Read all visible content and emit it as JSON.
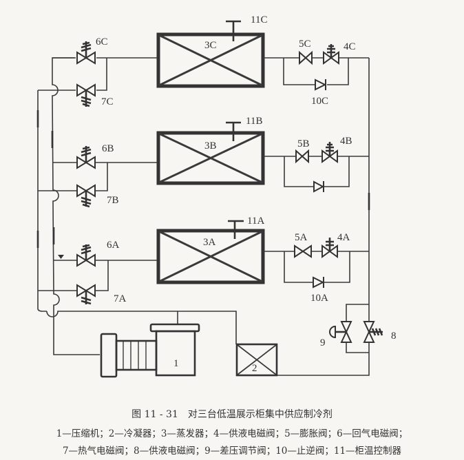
{
  "figure": {
    "title": "图 11 - 31　对三台低温展示柜集中供应制冷剂",
    "legend_line_1": "1—压缩机；2—冷凝器；3—蒸发器；4—供液电磁阀；5—膨胀阀；6—回气电磁阀；",
    "legend_line_2": "7—热气电磁阀；8—供液电磁阀；9—差压调节阀；10—止逆阀；11—柜温控制器"
  },
  "labels": {
    "evap_c": "3C",
    "evap_b": "3B",
    "evap_a": "3A",
    "ctrl_c": "11C",
    "ctrl_b": "11B",
    "ctrl_a": "11A",
    "exp_c": "5C",
    "exp_b": "5B",
    "exp_a": "5A",
    "sol_c": "4C",
    "sol_b": "4B",
    "sol_a": "4A",
    "check_c": "10C",
    "check_a": "10A",
    "ret_c": "6C",
    "ret_b": "6B",
    "ret_a": "6A",
    "hot_c": "7C",
    "hot_b": "7B",
    "hot_a": "7A",
    "compressor": "1",
    "condenser": "2",
    "diff_valve": "9",
    "liquid_valve": "8"
  },
  "legend": [
    {
      "id": "1",
      "name": "压缩机"
    },
    {
      "id": "2",
      "name": "冷凝器"
    },
    {
      "id": "3",
      "name": "蒸发器"
    },
    {
      "id": "4",
      "name": "供液电磁阀"
    },
    {
      "id": "5",
      "name": "膨胀阀"
    },
    {
      "id": "6",
      "name": "回气电磁阀"
    },
    {
      "id": "7",
      "name": "热气电磁阀"
    },
    {
      "id": "8",
      "name": "供液电磁阀"
    },
    {
      "id": "9",
      "name": "差压调节阀"
    },
    {
      "id": "10",
      "name": "止逆阀"
    },
    {
      "id": "11",
      "name": "柜温控制器"
    }
  ]
}
